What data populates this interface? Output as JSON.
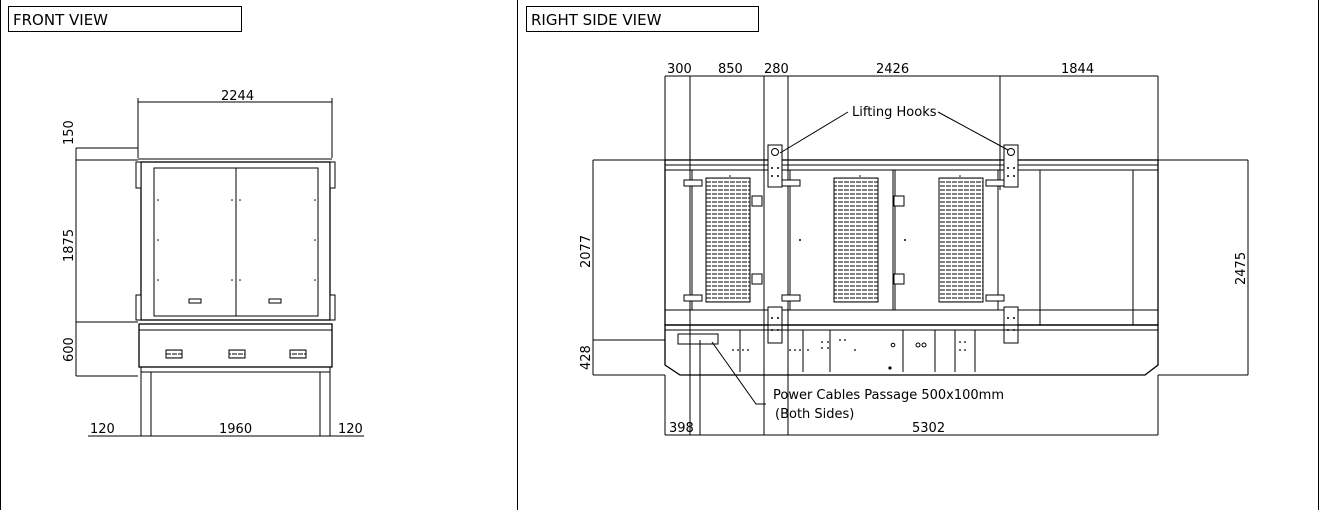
{
  "front_view": {
    "title": "FRONT VIEW",
    "dims": {
      "top_width": "2244",
      "left_150": "150",
      "left_1875": "1875",
      "left_600": "600",
      "bottom_left": "120",
      "bottom_mid": "1960",
      "bottom_right": "120"
    }
  },
  "side_view": {
    "title": "RIGHT SIDE VIEW",
    "dims": {
      "top_300": "300",
      "top_850": "850",
      "top_280": "280",
      "top_2426": "2426",
      "top_1844": "1844",
      "left_2077": "2077",
      "left_428": "428",
      "right_2475": "2475",
      "bottom_398": "398",
      "bottom_5302": "5302"
    },
    "labels": {
      "lifting_hooks": "Lifting Hooks",
      "cables_line1": "Power Cables Passage 500x100mm",
      "cables_line2": "(Both Sides)"
    }
  }
}
